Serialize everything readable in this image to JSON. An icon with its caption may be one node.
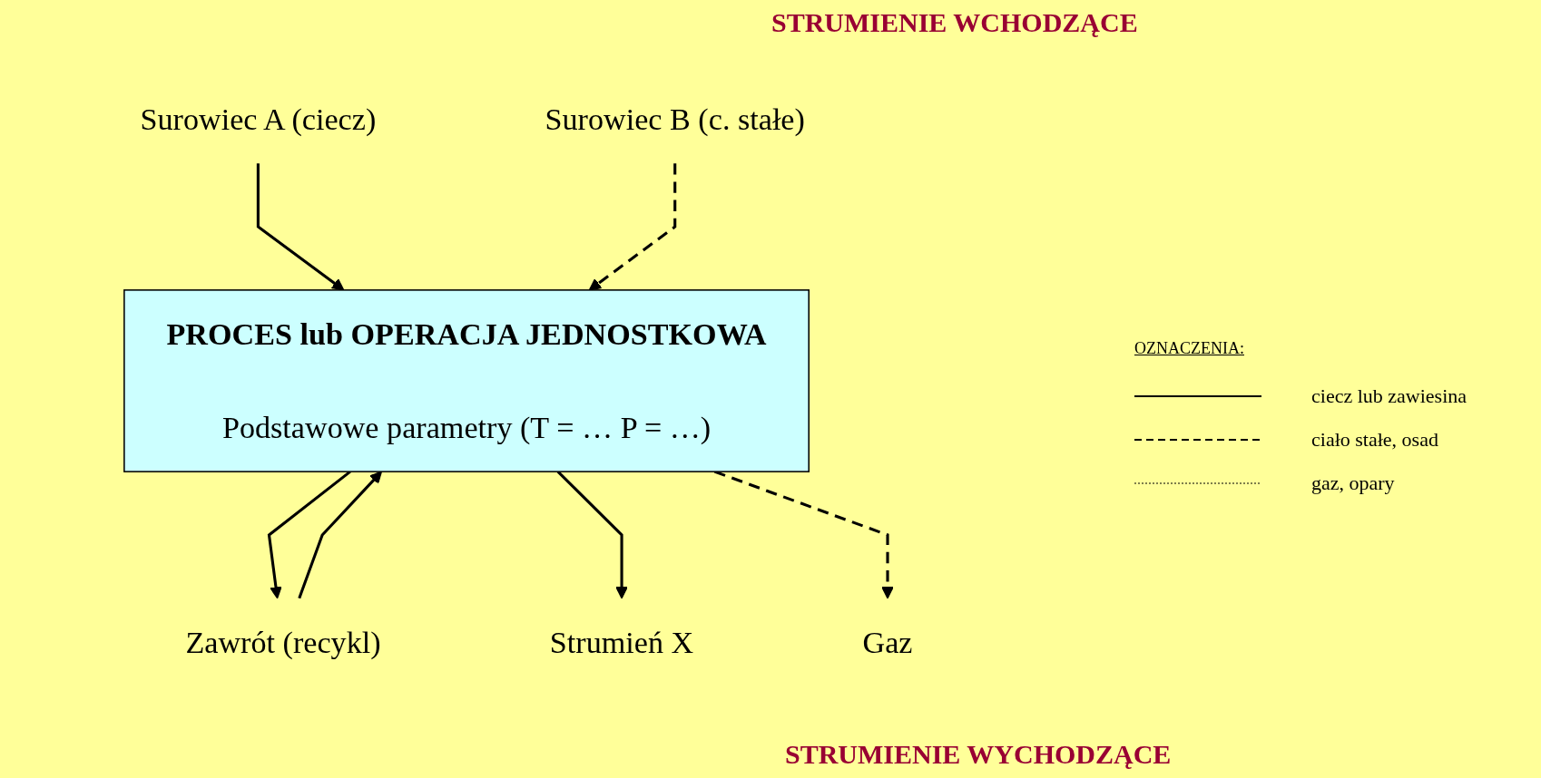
{
  "diagram": {
    "nodes": [
      {
        "text": [
          "PROCES lub OPERACJA JEDNOSTKOWA",
          "Podstawowe parametry (T = …   P = …)"
        ]
      },
      {
        "text": [
          "Zawrót (recykl)"
        ]
      },
      {
        "text": [
          "Surowiec A (ciecz)"
        ]
      },
      {
        "text": [
          "Surowiec B (c. stałe)"
        ]
      },
      {
        "text": [
          "Strumień X"
        ]
      },
      {
        "text": [
          "Gaz"
        ]
      }
    ],
    "edges": [
      {
        "from": 1,
        "to": 0,
        "arrow": "to"
      },
      {
        "from": 2,
        "to": 0,
        "arrow": "to"
      },
      {
        "from": 3,
        "to": 0,
        "arrow": "to",
        "style": "dashed"
      },
      {
        "from": 0,
        "to": 1,
        "arrow": "to"
      },
      {
        "from": 0,
        "to": 4,
        "arrow": "to"
      },
      {
        "from": 0,
        "to": 5,
        "arrow": "to",
        "style": "dashed"
      }
    ],
    "labels": [
      "STRUMIENIE WCHODZĄCE",
      "OZNACZENIA:",
      "STRUMIENIE WYCHODZĄCE"
    ],
    "legend": [
      {
        "text": "ciecz lub zawiesina"
      },
      {
        "text": "ciało stałe, osad"
      },
      {
        "text": "gaz, opary"
      }
    ]
  }
}
